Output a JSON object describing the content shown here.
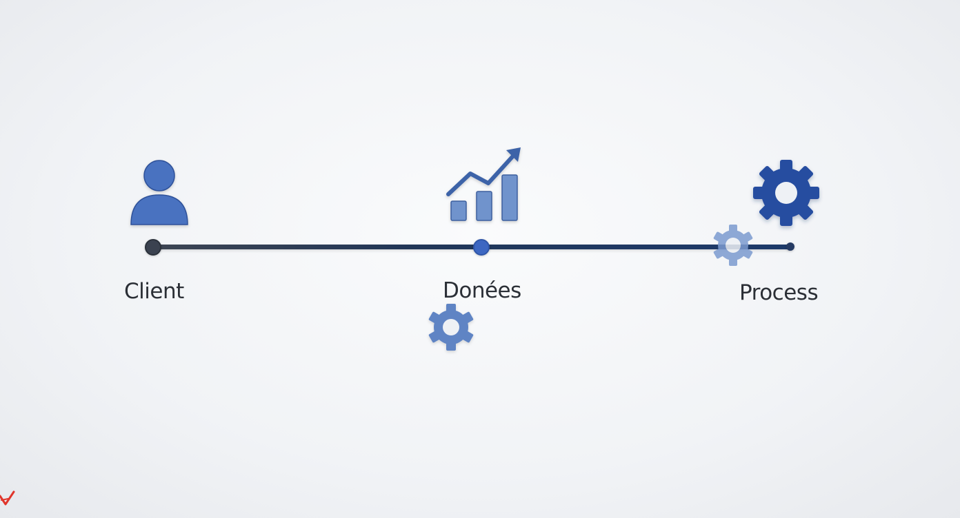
{
  "diagram": {
    "steps": [
      {
        "label": "Client",
        "icon": "person-icon"
      },
      {
        "label": "Donées",
        "icon": "growth-chart-icon"
      },
      {
        "label": "Process",
        "icon": "gear-icon"
      }
    ],
    "decorations": [
      "gear-icon",
      "gear-icon"
    ],
    "watermark_icon": "watermark-logo-icon",
    "colors": {
      "line": "#213657",
      "icon_blue": "#4a72c0",
      "icon_dark_blue": "#274ea0",
      "icon_light_blue": "#6f93cc",
      "label_text": "#2b2f36",
      "watermark": "#e0352b"
    }
  }
}
